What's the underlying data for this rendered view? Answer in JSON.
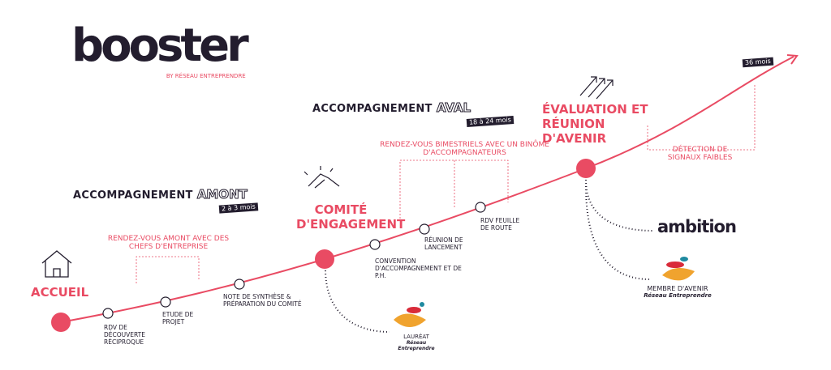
{
  "logo": {
    "name": "booster",
    "tagline": "BY RÉSEAU ENTREPRENDRE"
  },
  "colors": {
    "accent": "#e94b63",
    "dark": "#231d2e"
  },
  "phases": {
    "amont": {
      "title": "ACCOMPAGNEMENT",
      "word": "AMONT",
      "duration": "2 à 3 mois"
    },
    "aval": {
      "title": "ACCOMPAGNEMENT",
      "word": "AVAL",
      "duration": "18 à 24 mois"
    }
  },
  "milestones": {
    "accueil": "ACCUEIL",
    "comite": "COMITÉ D'ENGAGEMENT",
    "evaluation": "ÉVALUATION ET RÉUNION D'AVENIR",
    "end": "36 mois"
  },
  "steps": [
    "RDV DE DÉCOUVERTE RÉCIPROQUE",
    "ETUDE DE PROJET",
    "NOTE DE SYNTHÈSE & PRÉPARATION DU COMITÉ",
    "CONVENTION D'ACCOMPAGNEMENT ET DE P.H.",
    "RÉUNION DE LANCEMENT",
    "RDV FEUILLE DE ROUTE"
  ],
  "notes": {
    "amont": "RENDEZ-VOUS AMONT AVEC DES CHEFS D'ENTREPRISE",
    "aval": "RENDEZ-VOUS BIMESTRIELS AVEC UN BINÔME D'ACCOMPAGNATEURS",
    "signaux": "DÉTECTION DE SIGNAUX FAIBLES"
  },
  "badges": {
    "laureat": "LAURÉAT",
    "laureat_sub": "Réseau Entreprendre",
    "ambition": "ambition",
    "membre": "MEMBRE D'AVENIR",
    "membre_sub": "Réseau Entreprendre"
  }
}
